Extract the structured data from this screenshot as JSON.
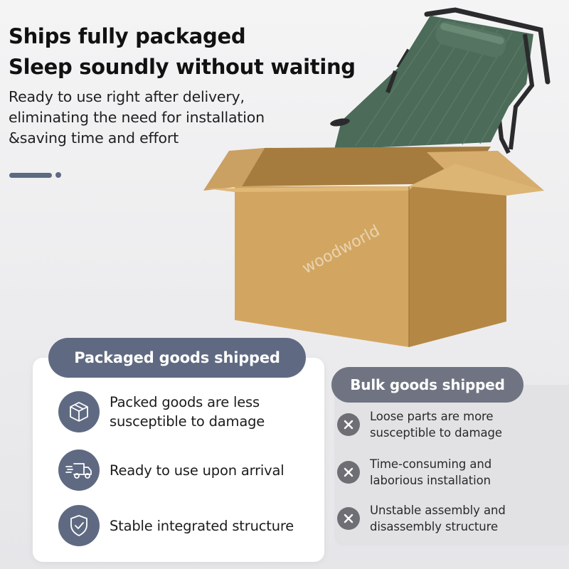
{
  "header": {
    "title_line1": "Ships fully packaged",
    "title_line2": "Sleep soundly without waiting",
    "sub_line1": "Ready to use right after delivery,",
    "sub_line2": "eliminating the need for installation",
    "sub_line3": "&saving time and effort"
  },
  "watermark": "woodworld",
  "packaged": {
    "heading": "Packaged goods shipped",
    "items": [
      {
        "icon": "box-icon",
        "line1": "Packed goods are less",
        "line2": "susceptible to damage"
      },
      {
        "icon": "delivery-truck-icon",
        "line1": "Ready to use upon arrival"
      },
      {
        "icon": "shield-check-icon",
        "line1": "Stable integrated structure"
      }
    ]
  },
  "bulk": {
    "heading": "Bulk goods shipped",
    "items": [
      {
        "icon": "x-circle-icon",
        "line1": "Loose parts are more",
        "line2": "susceptible to damage"
      },
      {
        "icon": "x-circle-icon",
        "line1": "Time-consuming and",
        "line2": "laborious installation"
      },
      {
        "icon": "x-circle-icon",
        "line1": "Unstable assembly and",
        "line2": "disassembly structure"
      }
    ]
  },
  "colors": {
    "accent": "#5f6a82",
    "box_cardboard": "#d4a862",
    "chair_fabric": "#4a6b58",
    "negative_pill": "#707482"
  }
}
